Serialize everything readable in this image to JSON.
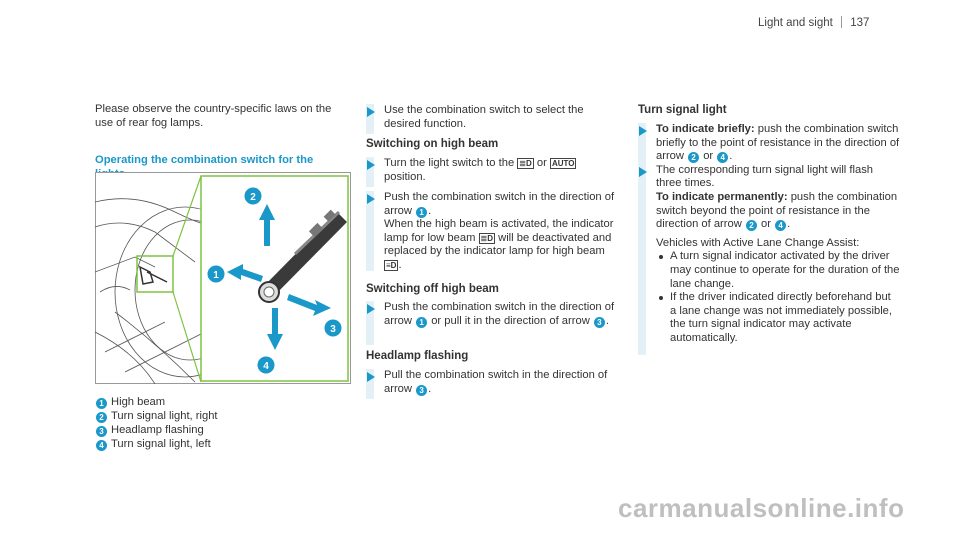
{
  "header": {
    "section": "Light and sight",
    "page": "137"
  },
  "intro": "Please observe the country-specific laws on the use of rear fog lamps.",
  "figure_caption": "Operating the combination switch for the lights",
  "figure_badges": [
    "1",
    "2",
    "3",
    "4"
  ],
  "legend": [
    {
      "num": "1",
      "text": "High beam"
    },
    {
      "num": "2",
      "text": "Turn signal light, right"
    },
    {
      "num": "3",
      "text": "Headlamp flashing"
    },
    {
      "num": "4",
      "text": "Turn signal light, left"
    }
  ],
  "col2": {
    "step_select": "Use the combination switch to select the desired function.",
    "high_on": {
      "title": "Switching on high beam",
      "s1_a": "Turn the light switch to the",
      "s1_or": "or",
      "s1_auto": "AUTO",
      "s1_b": "position.",
      "s2_a": "Push the combination switch in the direction of arrow",
      "s2_num": "1",
      "s2_b": ".",
      "s2_c": "When the high beam is activated, the indicator lamp for low beam",
      "s2_d": "will be deactivated and replaced by the indicator lamp for high beam",
      "s2_e": "."
    },
    "high_off": {
      "title": "Switching off high beam",
      "s_a": "Push the combination switch in the direction of arrow",
      "s_num1": "1",
      "s_b": "or pull it in the direction of arrow",
      "s_num2": "3",
      "s_c": "."
    },
    "flash": {
      "title": "Headlamp flashing",
      "s_a": "Pull the combination switch in the direction of arrow",
      "s_num": "3",
      "s_b": "."
    }
  },
  "col3": {
    "title": "Turn signal light",
    "briefly": {
      "label": "To indicate briefly:",
      "a": "push the combination switch briefly to the point of resistance in the direction of arrow",
      "n1": "2",
      "or": "or",
      "n2": "4",
      "b": ".",
      "c": "The corresponding turn signal light will flash three times."
    },
    "permanent": {
      "label": "To indicate permanently:",
      "a": "push the combination switch beyond the point of resistance in the direction of arrow",
      "n1": "2",
      "or": "or",
      "n2": "4",
      "b": ".",
      "vehicles": "Vehicles with Active Lane Change Assist:",
      "bullets": [
        "A turn signal indicator activated by the driver may continue to operate for the duration of the lane change.",
        "If the driver indicated directly beforehand but a lane change was not immediately possible, the turn signal indicator may activate automatically."
      ]
    }
  },
  "watermark": "carmanualsonline.info",
  "colors": {
    "accent": "#1998c9",
    "stepbar": "#e3f1f7",
    "highlight": "#7fc241"
  }
}
